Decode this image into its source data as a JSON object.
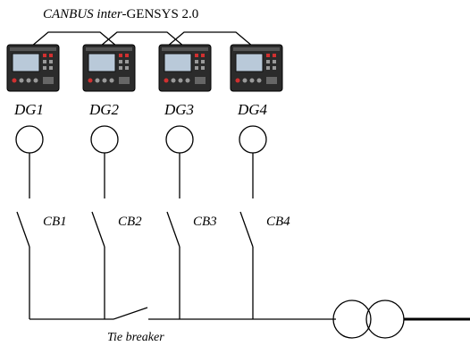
{
  "canbus": {
    "title_italic": "CANBUS inter-",
    "title_rest": "GENSYS 2.0"
  },
  "generators": [
    {
      "label": "DG1"
    },
    {
      "label": "DG2"
    },
    {
      "label": "DG3"
    },
    {
      "label": "DG4"
    }
  ],
  "breakers": [
    {
      "label": "CB1"
    },
    {
      "label": "CB2"
    },
    {
      "label": "CB3"
    },
    {
      "label": "CB4"
    }
  ],
  "tie_breaker": {
    "label": "Tie breaker"
  },
  "colors": {
    "controller_body": "#2b2b2b",
    "controller_screen": "#b9c9d9",
    "controller_red_button": "#d03030",
    "line": "#000000"
  }
}
